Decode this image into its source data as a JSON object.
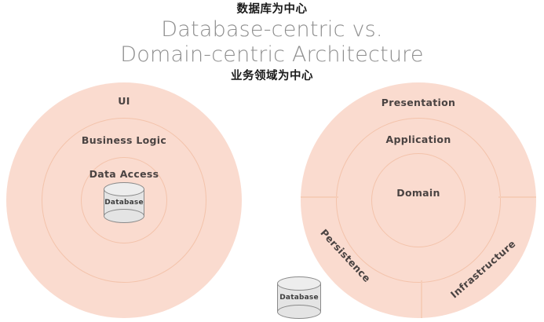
{
  "title": {
    "annotation_top": "数据库为中心",
    "heading": "Database-centric vs.\nDomain-centric Architecture",
    "annotation_bottom": "业务领域为中心"
  },
  "colors": {
    "ring_fill": "#fadbcf",
    "ring_stroke": "#f3c3ab",
    "divider": "#f6cdb8",
    "label_text": "#4a4342",
    "heading_text": "#8e8e8e",
    "annotation_text": "#1a1a1a",
    "cylinder_fill": "#e4e4e4",
    "cylinder_stroke": "#8a8a8a"
  },
  "left_diagram": {
    "name": "database-centric-architecture",
    "rings": [
      {
        "label": "UI"
      },
      {
        "label": "Business Logic"
      },
      {
        "label": "Data Access"
      }
    ],
    "cylinder": {
      "label": "Database"
    }
  },
  "right_diagram": {
    "name": "domain-centric-architecture",
    "rings": [
      {
        "label": "Presentation"
      },
      {
        "label": "Application"
      },
      {
        "label": "Domain"
      }
    ],
    "sectors": [
      {
        "label": "Persistence"
      },
      {
        "label": "Infrastructure"
      }
    ],
    "cylinder": {
      "label": "Database"
    }
  }
}
